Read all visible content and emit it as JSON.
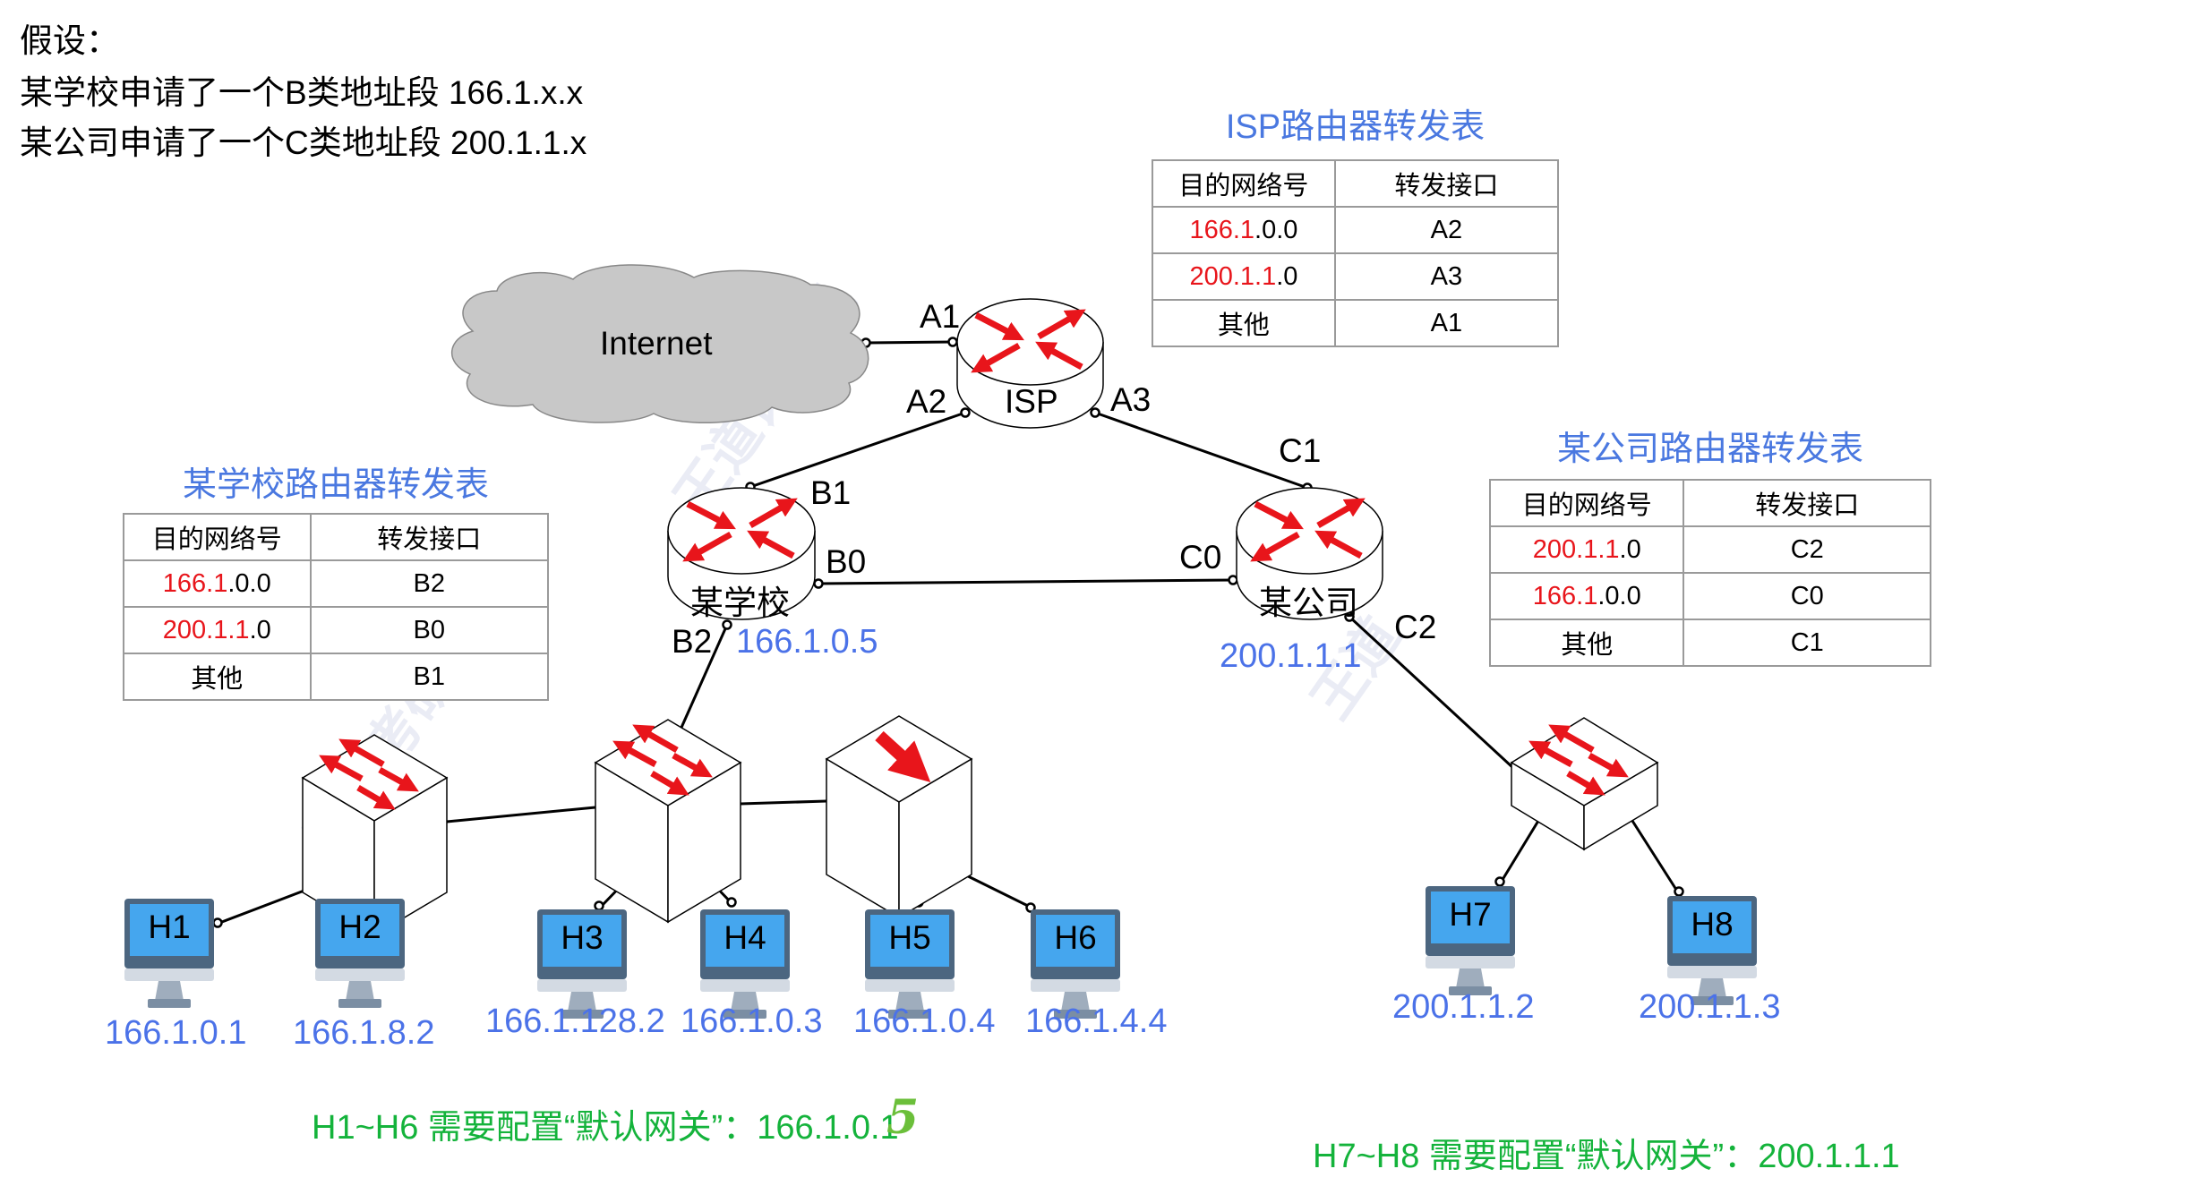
{
  "premise": {
    "heading": "假设：",
    "line1": "某学校申请了一个B类地址段 166.1.x.x",
    "line2": "某公司申请了一个C类地址段 200.1.1.x"
  },
  "cloud": {
    "label": "Internet"
  },
  "routers": {
    "isp": {
      "name": "ISP",
      "ports": {
        "a1": "A1",
        "a2": "A2",
        "a3": "A3"
      }
    },
    "school": {
      "name": "某学校",
      "ip": "166.1.0.5",
      "ports": {
        "b0": "B0",
        "b1": "B1",
        "b2": "B2"
      }
    },
    "company": {
      "name": "某公司",
      "ip": "200.1.1.1",
      "ports": {
        "c0": "C0",
        "c1": "C1",
        "c2": "C2"
      }
    }
  },
  "tables": {
    "isp": {
      "title": "ISP路由器转发表",
      "headers": [
        "目的网络号",
        "转发接口"
      ],
      "rows": [
        {
          "net_red": "166.1",
          "net_rest": ".0.0",
          "iface": "A2"
        },
        {
          "net_red": "200.1.1",
          "net_rest": ".0",
          "iface": "A3"
        },
        {
          "net_red": "",
          "net_rest": "其他",
          "iface": "A1"
        }
      ]
    },
    "school": {
      "title": "某学校路由器转发表",
      "headers": [
        "目的网络号",
        "转发接口"
      ],
      "rows": [
        {
          "net_red": "166.1",
          "net_rest": ".0.0",
          "iface": "B2"
        },
        {
          "net_red": "200.1.1",
          "net_rest": ".0",
          "iface": "B0"
        },
        {
          "net_red": "",
          "net_rest": "其他",
          "iface": "B1"
        }
      ]
    },
    "company": {
      "title": "某公司路由器转发表",
      "headers": [
        "目的网络号",
        "转发接口"
      ],
      "rows": [
        {
          "net_red": "200.1.1",
          "net_rest": ".0",
          "iface": "C2"
        },
        {
          "net_red": "166.1",
          "net_rest": ".0.0",
          "iface": "C0"
        },
        {
          "net_red": "",
          "net_rest": "其他",
          "iface": "C1"
        }
      ]
    }
  },
  "hosts": [
    {
      "name": "H1",
      "ip": "166.1.0.1"
    },
    {
      "name": "H2",
      "ip": "166.1.8.2"
    },
    {
      "name": "H3",
      "ip": "166.1.128.2"
    },
    {
      "name": "H4",
      "ip": "166.1.0.3"
    },
    {
      "name": "H5",
      "ip": "166.1.0.4"
    },
    {
      "name": "H6",
      "ip": "166.1.4.4"
    },
    {
      "name": "H7",
      "ip": "200.1.1.2"
    },
    {
      "name": "H8",
      "ip": "200.1.1.3"
    }
  ],
  "notes": {
    "school_gateway": "H1~H6 需要配置“默认网关”：166.1.0.1",
    "school_gateway_correction": "5",
    "company_gateway": "H7~H8 需要配置“默认网关”：200.1.1.1"
  },
  "colors": {
    "title_blue": "#4a78e0",
    "ip_blue": "#4b72e8",
    "network_red": "#e8151b",
    "note_green": "#14b33b",
    "arrow_red": "#e8151b",
    "cloud_gray": "#c8c8c8",
    "monitor_screen": "#45a6ee",
    "monitor_frame": "#4c6680"
  }
}
